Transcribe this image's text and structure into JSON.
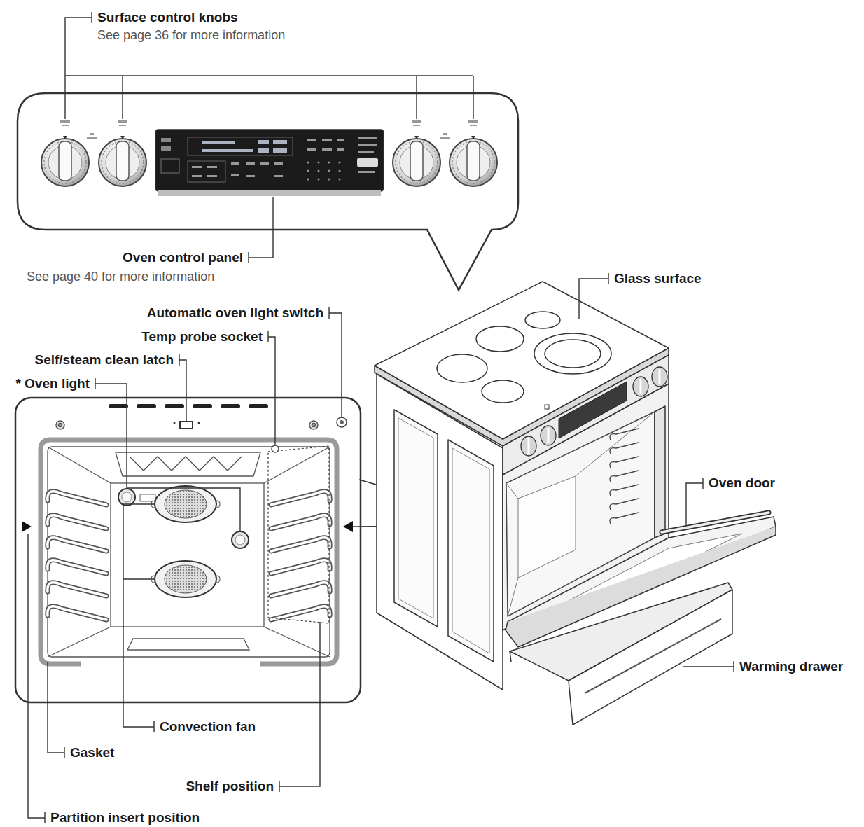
{
  "diagram": {
    "labels": [
      "Surface control knobs",
      "See page 36 for more information",
      "Oven control panel",
      "See page 40 for more information",
      "Glass surface",
      "Automatic oven light switch",
      "Temp probe socket",
      "Self/steam clean latch",
      "* Oven light",
      "Oven door",
      "Warming drawer",
      "Convection fan",
      "Gasket",
      "Shelf position",
      "Partition insert position"
    ]
  }
}
